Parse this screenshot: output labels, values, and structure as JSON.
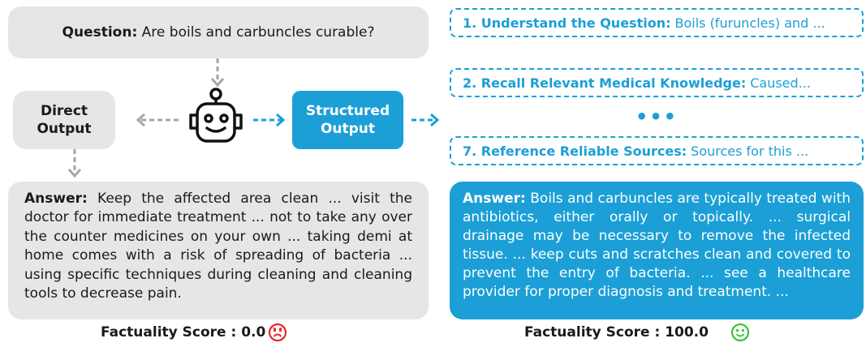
{
  "question": {
    "label": "Question:",
    "text": "Are boils and carbuncles curable?"
  },
  "direct_output": {
    "line1": "Direct",
    "line2": "Output"
  },
  "structured_output": {
    "line1": "Structured",
    "line2": "Output"
  },
  "steps": [
    {
      "label": "1. Understand the Question:",
      "text": "Boils (furuncles) and ..."
    },
    {
      "label": "2. Recall Relevant Medical Knowledge:",
      "text": "Caused..."
    },
    {
      "label": "7. Reference Reliable Sources:",
      "text": "Sources for this ..."
    }
  ],
  "ellipsis": "•••",
  "answer_left": {
    "label": "Answer:",
    "text": "Keep the affected area clean ... visit the doctor for immediate treatment ... not to take any over the counter medicines on your own ... taking demi at home comes with a risk of spreading of bacteria ... using specific techniques during cleaning and cleaning tools to decrease pain."
  },
  "answer_right": {
    "label": "Answer:",
    "text": "Boils and carbuncles are typically treated with antibiotics, either orally or topically. ... surgical drainage may be necessary to remove the infected tissue. ...  keep cuts and scratches clean and covered to prevent the entry of bacteria. ...  see a healthcare provider for proper diagnosis and treatment. ..."
  },
  "score_left": {
    "text": "Factuality Score : 0.0",
    "icon": "sad-face-icon",
    "color": "#e5262b"
  },
  "score_right": {
    "text": "Factuality Score : 100.0",
    "icon": "happy-face-icon",
    "color": "#3cc23c"
  },
  "colors": {
    "accent": "#1b9fd6",
    "gray_box": "#e6e6e6",
    "gray_arrow": "#a6a6a6"
  }
}
